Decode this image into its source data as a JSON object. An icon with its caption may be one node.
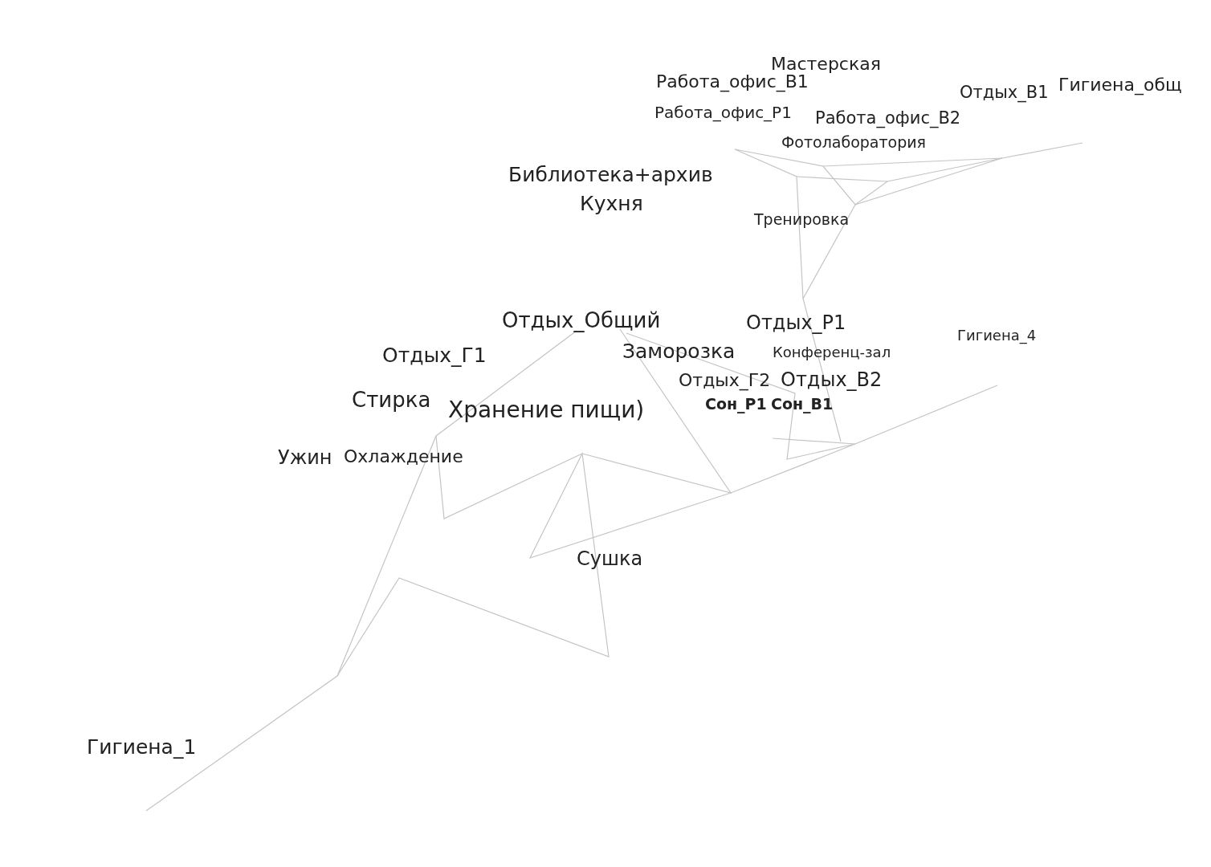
{
  "diagram": {
    "labels": [
      "Мастерская",
      "Работа_офис_В1",
      "Гигиена_общ",
      "Отдых_В1",
      "Работа_офис_Р1",
      "Работа_офис_В2",
      "Фотолаборатория",
      "Библиотека+архив",
      "Кухня",
      "Тренировка",
      "Отдых_Общий",
      "Отдых_Р1",
      "Гигиена_4",
      "Отдых_Г1",
      "Заморозка",
      "Конференц-зал",
      "Отдых_Г2",
      "Отдых_В2",
      "Стирка",
      "Хранение пищи)",
      "Сон_Р1",
      "Сон_В1",
      "Ужин",
      "Охлаждение",
      "Сушка",
      "Гигиена_1"
    ]
  }
}
